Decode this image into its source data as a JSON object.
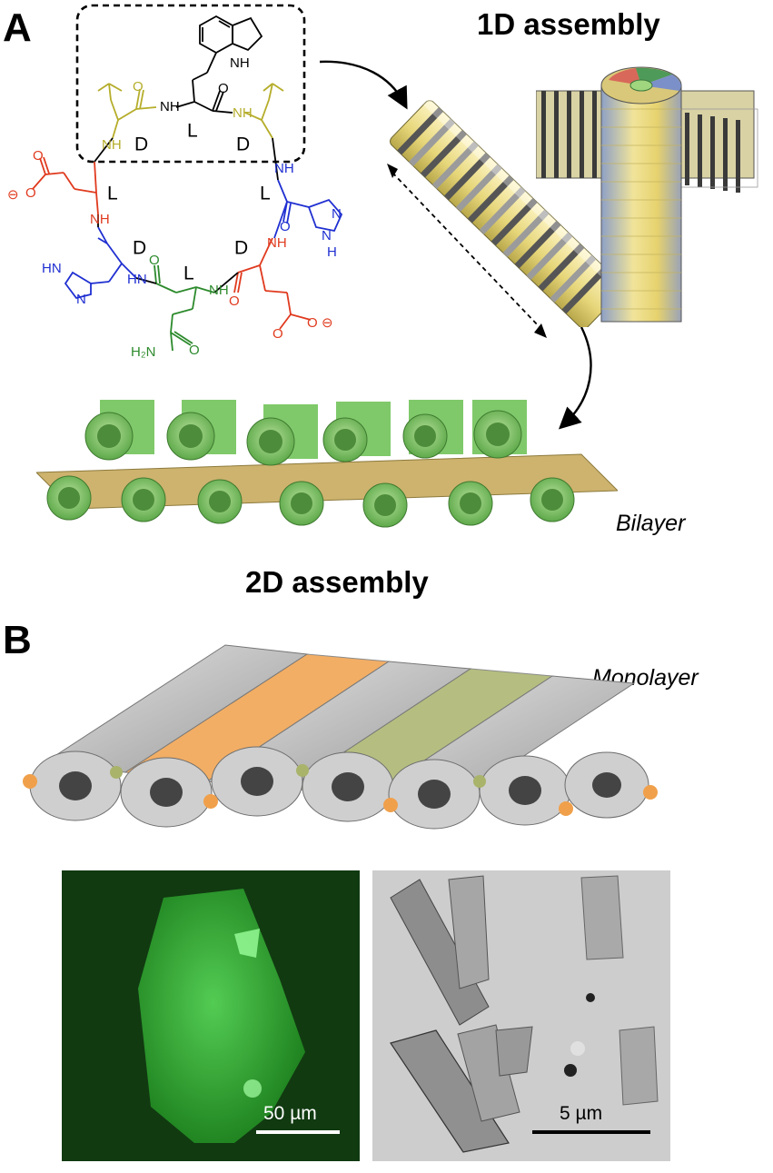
{
  "panels": {
    "a": {
      "letter": "A"
    },
    "b": {
      "letter": "B"
    }
  },
  "labels": {
    "assembly_1d": "1D assembly",
    "assembly_2d": "2D assembly",
    "bilayer": "Bilayer",
    "monolayer": "Monolayer"
  },
  "structure": {
    "chirality": [
      "L",
      "D",
      "D",
      "L",
      "L",
      "D",
      "D",
      "L"
    ],
    "groups": {
      "nh": "NH",
      "hn": "HN",
      "n": "N",
      "h": "H",
      "h2n": "H₂N",
      "o": "O",
      "minus": "⊖"
    },
    "residue_colors": {
      "trp": "#000000",
      "leu": "#b5ad2a",
      "glu": "#e03a1e",
      "his": "#1f2fd1",
      "gln": "#2c8a2c"
    }
  },
  "micrographs": {
    "fluorescence": {
      "scale_bar": "50 µm",
      "tint": "#3fd33f"
    },
    "tem": {
      "scale_bar": "5 µm",
      "tint": "#c9c9c9"
    }
  },
  "colors": {
    "tube_green": "#7fc96a",
    "tube_yellow": "#efe28e",
    "tube_gray": "#b9b9b9",
    "sheet_tan": "#c8b06b",
    "orange": "#f0a04b",
    "olive": "#a9b36a"
  }
}
